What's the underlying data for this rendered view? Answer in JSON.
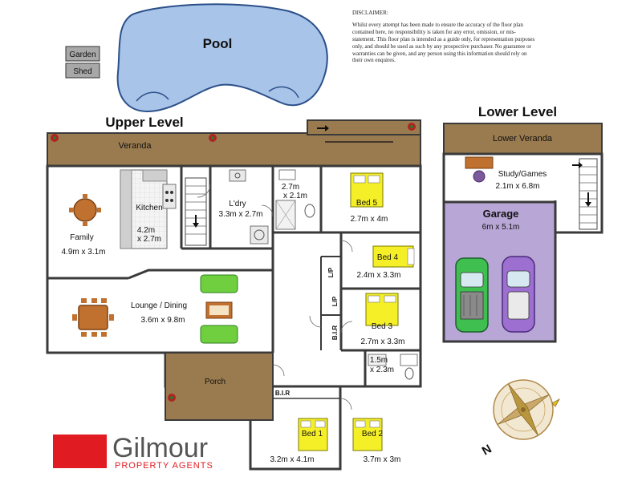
{
  "disclaimer": {
    "title": "DISCLAIMER:",
    "text": "Whilst every attempt has been made to ensure the accuracy of the floor plan contained here, no responsibility is taken for any error, omission, or mis-statement. This floor plan is intended as a guide only, for representation purposes only, and should be used as such by any prospective purchaser. No guarantee or warranties can be given, and any person using this information should rely on their own enquires."
  },
  "outdoor": {
    "pool": "Pool",
    "garden": "Garden",
    "shed": "Shed"
  },
  "levels": {
    "upper": "Upper Level",
    "lower": "Lower Level"
  },
  "upper": {
    "veranda": "Veranda",
    "family": {
      "name": "Family",
      "dim": "4.9m x 3.1m"
    },
    "kitchen": {
      "name": "Kitchen",
      "dim1": "4.2m",
      "dim2": "x 2.7m"
    },
    "laundry": {
      "name": "L'dry",
      "dim": "3.3m x 2.7m"
    },
    "bath": {
      "dim1": "2.7m",
      "dim2": "x 2.1m"
    },
    "bed5": {
      "name": "Bed 5",
      "dim": "2.7m x 4m"
    },
    "bed4": {
      "name": "Bed 4",
      "dim": "2.4m x 3.3m"
    },
    "bed3": {
      "name": "Bed 3",
      "dim": "2.7m x 3.3m"
    },
    "lounge": {
      "name": "Lounge / Dining",
      "dim": "3.6m x 9.8m"
    },
    "porch": "Porch",
    "bir_top": "B.I.R",
    "bir_side": "B.I.R",
    "lp1": "L/P",
    "lp2": "L/P",
    "ensuite": {
      "dim1": "1.5m",
      "dim2": "x 2.3m"
    },
    "bed1": {
      "name": "Bed 1",
      "dim": "3.2m x 4.1m"
    },
    "bed2": {
      "name": "Bed 2",
      "dim": "3.7m x 3m"
    }
  },
  "lower": {
    "veranda": "Lower Veranda",
    "study": {
      "name": "Study/Games",
      "dim": "2.1m x 6.8m"
    },
    "garage": {
      "name": "Garage",
      "dim": "6m x 5.1m"
    }
  },
  "branding": {
    "name": "Gilmour",
    "tagline": "PROPERTY AGENTS",
    "brand_red": "#e01b22",
    "text_gray": "#555555"
  },
  "compass": {
    "label": "N"
  },
  "colors": {
    "wall": "#3a3a3a",
    "veranda": "#9a7b4f",
    "pool": "#a8c4e8",
    "garage": "#b8a6d6",
    "bed_highlight": "#f5ef28",
    "sofa": "#6fcf3f",
    "car_green": "#3fbf4f",
    "car_purple": "#9c6fd0"
  }
}
